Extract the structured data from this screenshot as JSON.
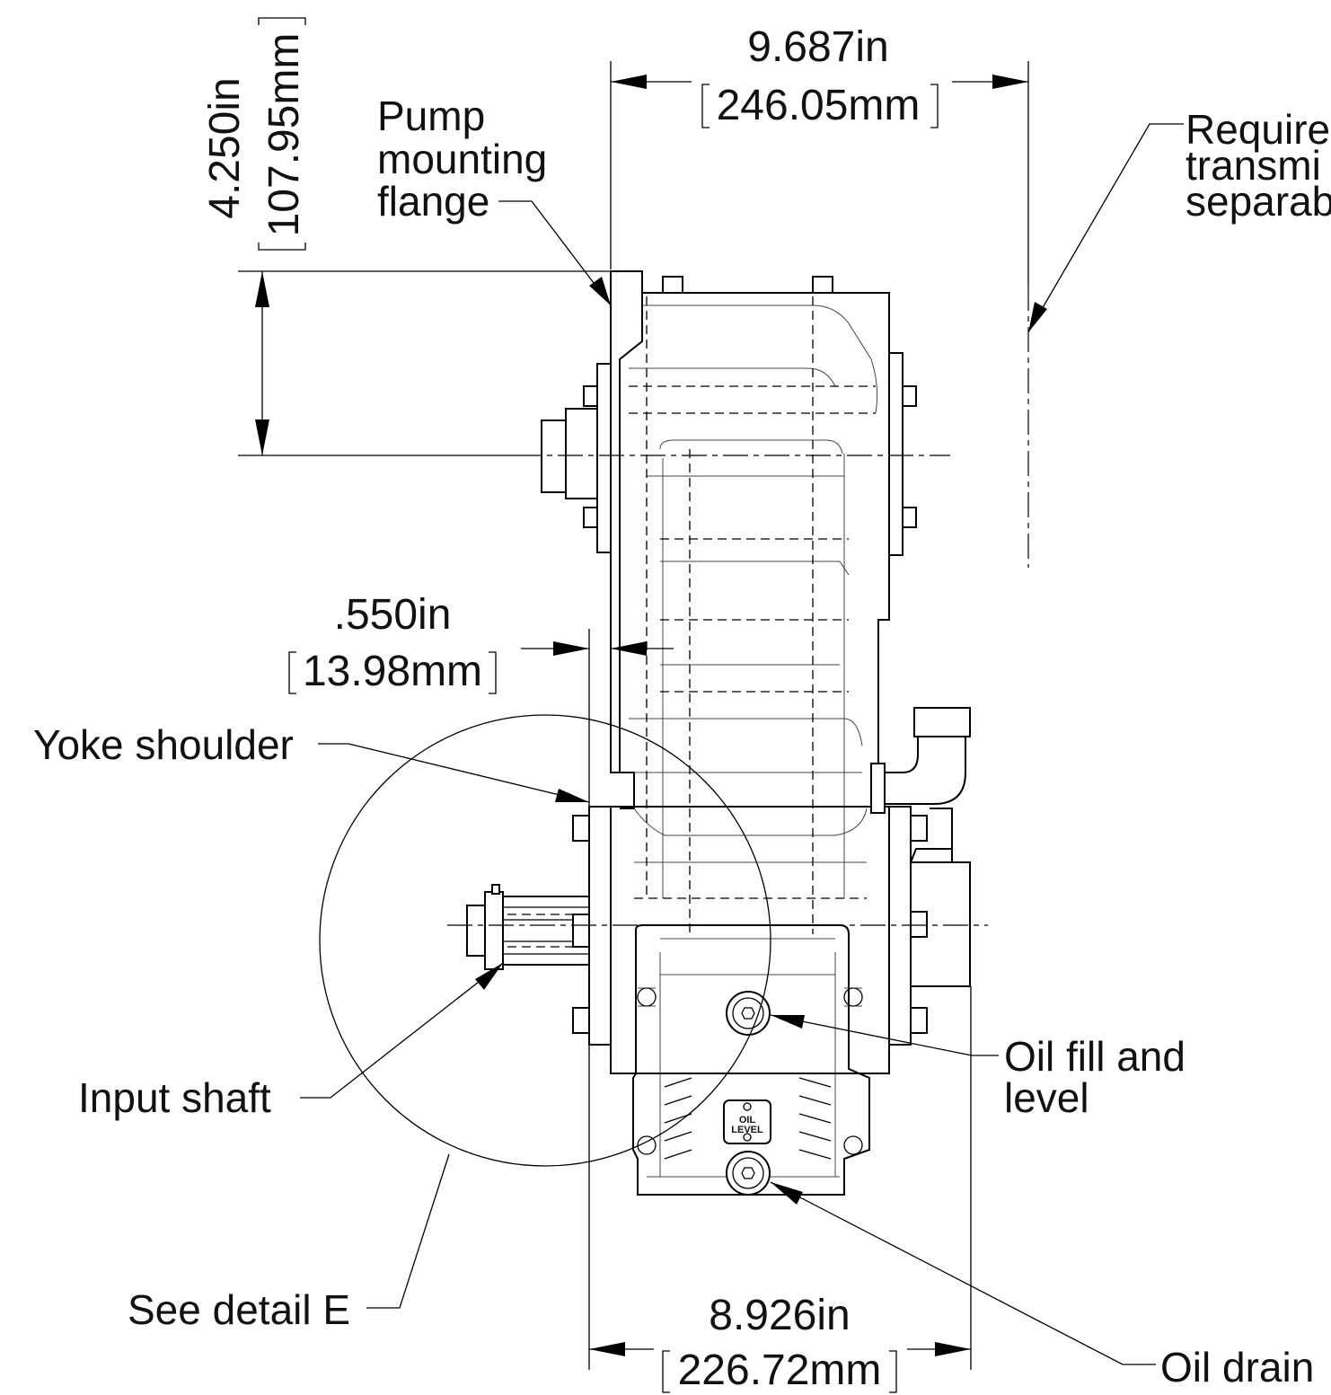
{
  "dimensions": {
    "top_width": {
      "in": "9.687in",
      "mm": "246.05mm"
    },
    "height": {
      "in": "4.250in",
      "mm": "107.95mm"
    },
    "offset": {
      "in": ".550in",
      "mm": "13.98mm"
    },
    "bottom_width": {
      "in": "8.926in",
      "mm": "226.72mm"
    }
  },
  "callouts": {
    "pump_flange": [
      "Pump",
      "mounting",
      "flange"
    ],
    "required_clearance": [
      "Require",
      "transmi",
      "separab"
    ],
    "yoke_shoulder": "Yoke shoulder",
    "input_shaft": "Input shaft",
    "oil_fill": [
      "Oil fill and",
      "level"
    ],
    "oil_drain": "Oil drain",
    "see_detail": "See detail E"
  },
  "plate_label": [
    "OIL",
    "LEVEL"
  ]
}
